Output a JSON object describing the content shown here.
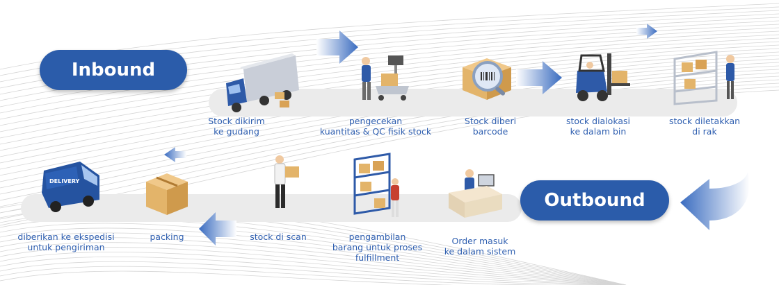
{
  "inbound": {
    "label": "Inbound",
    "steps": [
      {
        "caption": "Stock dikirim\nke gudang"
      },
      {
        "caption": "pengecekan\nkuantitas & QC fisik stock"
      },
      {
        "caption": "Stock diberi\nbarcode"
      },
      {
        "caption": "stock dialokasi\nke dalam bin"
      },
      {
        "caption": "stock diletakkan\ndi rak"
      }
    ]
  },
  "outbound": {
    "label": "Outbound",
    "steps": [
      {
        "caption": "Order masuk\nke dalam sistem"
      },
      {
        "caption": "pengambilan\nbarang untuk proses\nfulfillment"
      },
      {
        "caption": "stock di scan"
      },
      {
        "caption": "packing"
      },
      {
        "caption": "diberikan ke ekspedisi\nuntuk pengiriman"
      }
    ]
  },
  "truck_logo_text": "DELIVERY",
  "colors": {
    "accent": "#2b5caa",
    "caption": "#2f5fb0",
    "track": "#ebebeb",
    "box": "#e3b46a"
  }
}
